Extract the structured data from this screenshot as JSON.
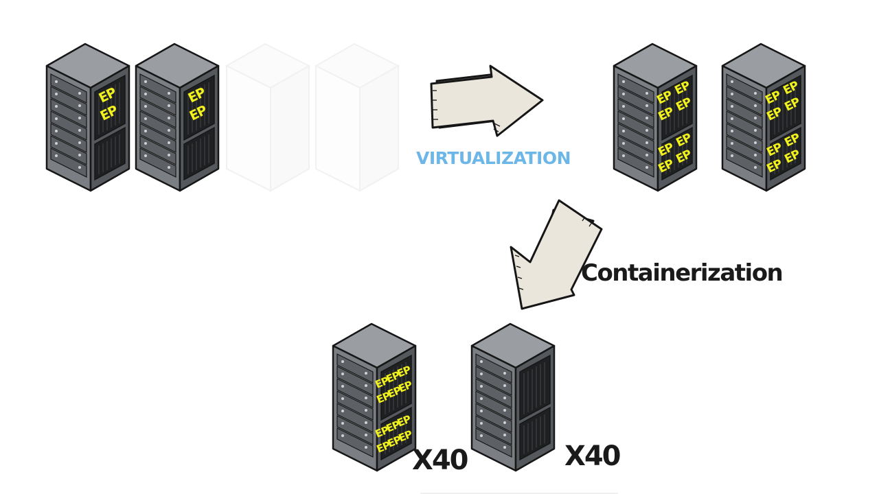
{
  "labels": {
    "virtualization": "VIRTUALIZATION",
    "containerization": "Containerization",
    "multiplier_left": "X40",
    "multiplier_right": "X40",
    "ep": "EP"
  },
  "colors": {
    "rack_body": "#7b7e83",
    "rack_top": "#9a9da2",
    "rack_side": "#55585c",
    "outline": "#161616",
    "ep_text": "#f2f21c",
    "arrow_fill": "#ebe6dc",
    "virt_text": "#6cb6e8"
  },
  "racks": [
    {
      "id": "rack-physical-1",
      "ep_count_top": 2,
      "ep_count_bottom": 0,
      "ghost": false
    },
    {
      "id": "rack-physical-2",
      "ep_count_top": 2,
      "ep_count_bottom": 0,
      "ghost": false
    },
    {
      "id": "rack-ghost-1",
      "ghost": true
    },
    {
      "id": "rack-ghost-2",
      "ghost": true
    },
    {
      "id": "rack-virtual-1",
      "ep_count_top": 4,
      "ep_count_bottom": 4,
      "ghost": false
    },
    {
      "id": "rack-virtual-2",
      "ep_count_top": 4,
      "ep_count_bottom": 4,
      "ghost": false
    },
    {
      "id": "rack-container-1",
      "ep_count_top": 6,
      "ep_count_bottom": 6,
      "ghost": false
    },
    {
      "id": "rack-container-2",
      "ep_count_top": 0,
      "ep_count_bottom": 0,
      "ghost": false
    }
  ]
}
